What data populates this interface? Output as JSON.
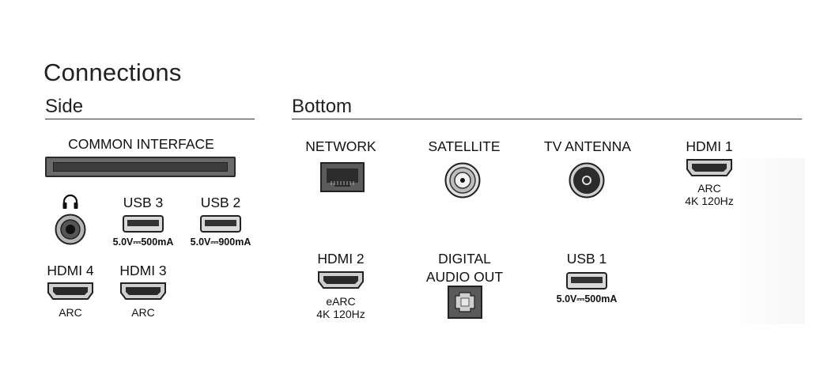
{
  "title": "Connections",
  "sections": {
    "side": "Side",
    "bottom": "Bottom"
  },
  "side": {
    "common_interface": "COMMON INTERFACE",
    "usb3": {
      "label": "USB 3",
      "spec": "5.0V⎓500mA"
    },
    "usb2": {
      "label": "USB 2",
      "spec": "5.0V⎓900mA"
    },
    "hdmi4": {
      "label": "HDMI 4",
      "sub": "ARC"
    },
    "hdmi3": {
      "label": "HDMI 3",
      "sub": "ARC"
    },
    "headphone_icon": "headphones-icon"
  },
  "bottom": {
    "network": "NETWORK",
    "satellite": "SATELLITE",
    "tv_antenna": "TV ANTENNA",
    "hdmi1": {
      "label": "HDMI 1",
      "sub1": "ARC",
      "sub2": "4K 120Hz"
    },
    "hdmi2": {
      "label": "HDMI 2",
      "sub1": "eARC",
      "sub2": "4K 120Hz"
    },
    "digital_audio": {
      "line1": "DIGITAL",
      "line2": "AUDIO OUT"
    },
    "usb1": {
      "label": "USB 1",
      "spec": "5.0V⎓500mA"
    }
  },
  "colors": {
    "port_dark": "#2a2a2a",
    "port_fill": "#5a5a5a",
    "rule": "#333333"
  }
}
